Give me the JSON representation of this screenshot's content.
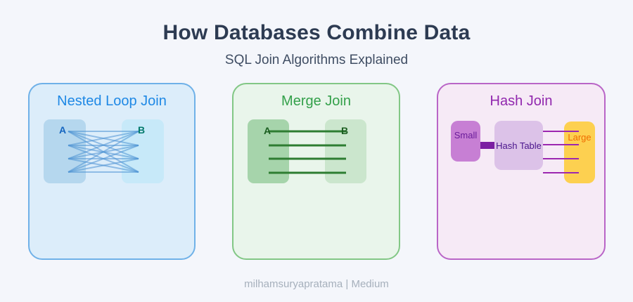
{
  "header": {
    "title": "How Databases Combine Data",
    "subtitle": "SQL Join Algorithms Explained"
  },
  "panels": {
    "nested_loop": {
      "title": "Nested Loop Join",
      "left_label": "A",
      "right_label": "B"
    },
    "merge": {
      "title": "Merge Join",
      "left_label": "A",
      "right_label": "B"
    },
    "hash": {
      "title": "Hash Join",
      "small_label": "Small",
      "hash_table_label": "Hash Table",
      "large_label": "Large"
    }
  },
  "footer": {
    "credit": "milhamsuryapratama | Medium"
  },
  "colors": {
    "page_background": "#f4f6fb",
    "title_text": "#2d3b52",
    "nested_loop_accent": "#1e88e5",
    "nested_loop_panel": "#dcedfa",
    "nested_loop_lines": "#4f94d4",
    "merge_accent": "#43a047",
    "merge_panel": "#e9f5eb",
    "merge_lines": "#2e7d32",
    "hash_accent": "#9c27b0",
    "hash_panel": "#f6eaf6",
    "hash_small_box": "#c77fd4",
    "hash_table_box": "#dcc2e8",
    "hash_large_box": "#fdd050",
    "hash_large_text": "#ef6c00"
  }
}
